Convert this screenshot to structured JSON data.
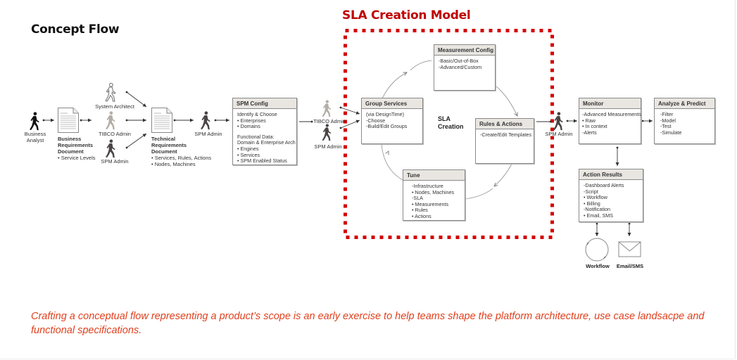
{
  "titles": {
    "concept_flow": "Concept Flow",
    "sla_model": "SLA Creation Model",
    "sla_center": [
      "SLA",
      "Creation"
    ]
  },
  "colors": {
    "sla_border": "#d40000",
    "caption": "#e0401e",
    "box_header": "#e9e6e1",
    "actor_dark": "#4a4444",
    "actor_light": "#b4aea6",
    "actor_black": "#111111"
  },
  "actors": {
    "business_analyst": {
      "label": [
        "Business",
        "Analyst"
      ],
      "icon": "person-walking-icon"
    },
    "system_architect": {
      "label": "System Architect",
      "icon": "person-walking-outline-icon"
    },
    "tibco_admin_1": {
      "label": "TIBCO Admin",
      "icon": "person-walking-icon"
    },
    "spm_admin_1": {
      "label": "SPM Admin",
      "icon": "person-walking-icon"
    },
    "spm_admin_2": {
      "label": "SPM Admin",
      "icon": "person-walking-icon"
    },
    "tibco_admin_2": {
      "label": "TIBCO Admin",
      "icon": "person-walking-icon"
    },
    "spm_admin_3": {
      "label": "SPM Admin",
      "icon": "person-walking-icon"
    },
    "spm_admin_4": {
      "label": "SPM Admin",
      "icon": "person-walking-icon"
    }
  },
  "documents": {
    "business_req": {
      "title": [
        "Business",
        "Requirements",
        "Document"
      ],
      "items": [
        "• Service Levels"
      ]
    },
    "technical_req": {
      "title": [
        "Technical",
        "Requirements",
        "Document"
      ],
      "items": [
        "• Services, Rules, Actions",
        "• Nodes, Machines"
      ]
    }
  },
  "boxes": {
    "spm_config": {
      "title": "SPM Config",
      "items": [
        "Identify & Choose",
        "• Enterprises",
        "• Domains",
        "",
        "Functional Data:",
        "Domain & Enterprise Arch",
        "• Engines",
        "• Services",
        "• SPM Enabled Status"
      ]
    },
    "measurement_config": {
      "title": "Measurement Config",
      "items": [
        "-Basic/Out-of-Box",
        "-Advanced/Custom"
      ]
    },
    "group_services": {
      "title": "Group Services",
      "items": [
        "(via DesignTime)",
        "-Choose",
        "-Build/Edit Groups"
      ]
    },
    "rules_actions": {
      "title": "Rules & Actions",
      "items": [
        "-Create/Edit Templates"
      ]
    },
    "tune": {
      "title": "Tune",
      "items": [
        "-Infrastructure",
        "• Nodes, Machines",
        "-SLA",
        "• Measurements",
        "• Rules",
        "• Actions"
      ]
    },
    "monitor": {
      "title": "Monitor",
      "items": [
        "-Advanced Measurements",
        "• Raw",
        "• In context",
        "-Alerts"
      ]
    },
    "analyze_predict": {
      "title": "Analyze & Predict",
      "items": [
        "-Filter",
        "-Model",
        "-Test",
        "-Simulate"
      ]
    },
    "action_results": {
      "title": "Action Results",
      "items": [
        "-Dashboard Alerts",
        "-Script",
        "• Workflow",
        "• Billing",
        "-Notification",
        "• Email, SMS"
      ]
    }
  },
  "outputs": {
    "workflow": {
      "label": "Workflow",
      "icon": "workflow-cycle-icon"
    },
    "email_sms": {
      "label": "Email/SMS",
      "icon": "envelope-icon"
    }
  },
  "caption": "Crafting a conceptual flow representing a product’s scope is an early exercise to help teams shape the platform architecture, use case landsacpe  and functional specifications."
}
